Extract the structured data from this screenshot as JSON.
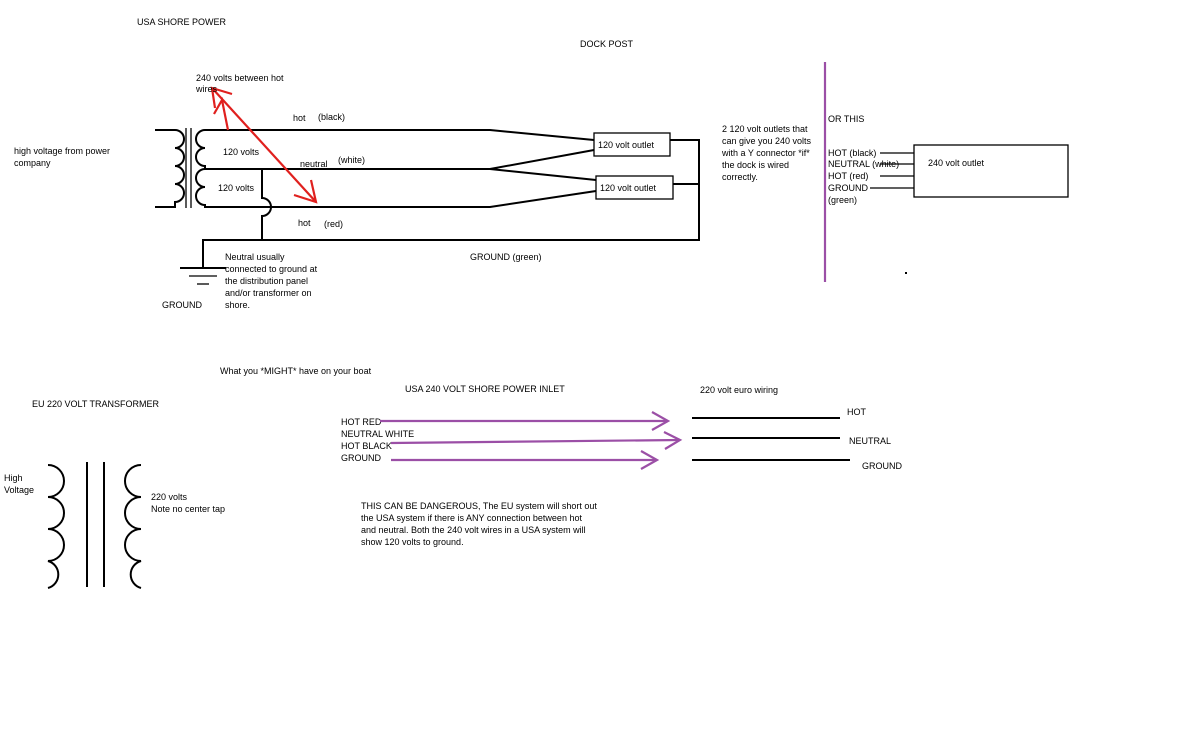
{
  "colors": {
    "wire": "#000000",
    "red_arrow": "#e0201e",
    "purple": "#9b4fa6",
    "background": "#ffffff"
  },
  "usa": {
    "title": "USA SHORE POWER",
    "dock_post": "DOCK POST",
    "high_voltage": [
      "high voltage from power",
      "company"
    ],
    "volts_between": [
      "240 volts between hot",
      "wires"
    ],
    "hot_top": "hot",
    "black": "(black)",
    "v120_top": "120 volts",
    "neutral": "neutral",
    "white": "(white)",
    "v120_bottom": "120 volts",
    "hot_bottom": "hot",
    "red": "(red)",
    "outlet_top": "120 volt outlet",
    "outlet_bottom": "120 volt outlet",
    "ground_wire": "GROUND (green)",
    "neutral_note": [
      "Neutral usually",
      "connected to ground at",
      "the distribution panel",
      "and/or transformer on",
      "shore."
    ],
    "ground_label": "GROUND",
    "y_note": [
      "2 120 volt outlets that",
      "can give you 240 volts",
      "with a Y connector *if*",
      "the dock is wired",
      "correctly."
    ],
    "or_this": "OR THIS",
    "pins": [
      "HOT (black)",
      "NEUTRAL (white)",
      "HOT (red)",
      "GROUND",
      "(green)"
    ],
    "outlet_240": "240 volt outlet"
  },
  "boat": {
    "might_have": "What you *MIGHT* have on your boat",
    "inlet_title": "USA 240 VOLT SHORE POWER INLET",
    "inlet_lines": [
      "HOT RED",
      "NEUTRAL WHITE",
      "HOT BLACK",
      "GROUND"
    ],
    "euro_title": "220 volt euro wiring",
    "euro_labels": [
      "HOT",
      "NEUTRAL",
      "GROUND"
    ],
    "warning": [
      "THIS CAN BE DANGEROUS, The EU system will short out",
      "the USA system if there is ANY connection between hot",
      "and neutral. Both the 240 volt wires in a USA system will",
      "show 120 volts to ground."
    ]
  },
  "eu": {
    "title": "EU 220 VOLT TRANSFORMER",
    "high_voltage": [
      "High",
      "Voltage"
    ],
    "v220": "220 volts",
    "no_tap": "Note no center tap"
  }
}
